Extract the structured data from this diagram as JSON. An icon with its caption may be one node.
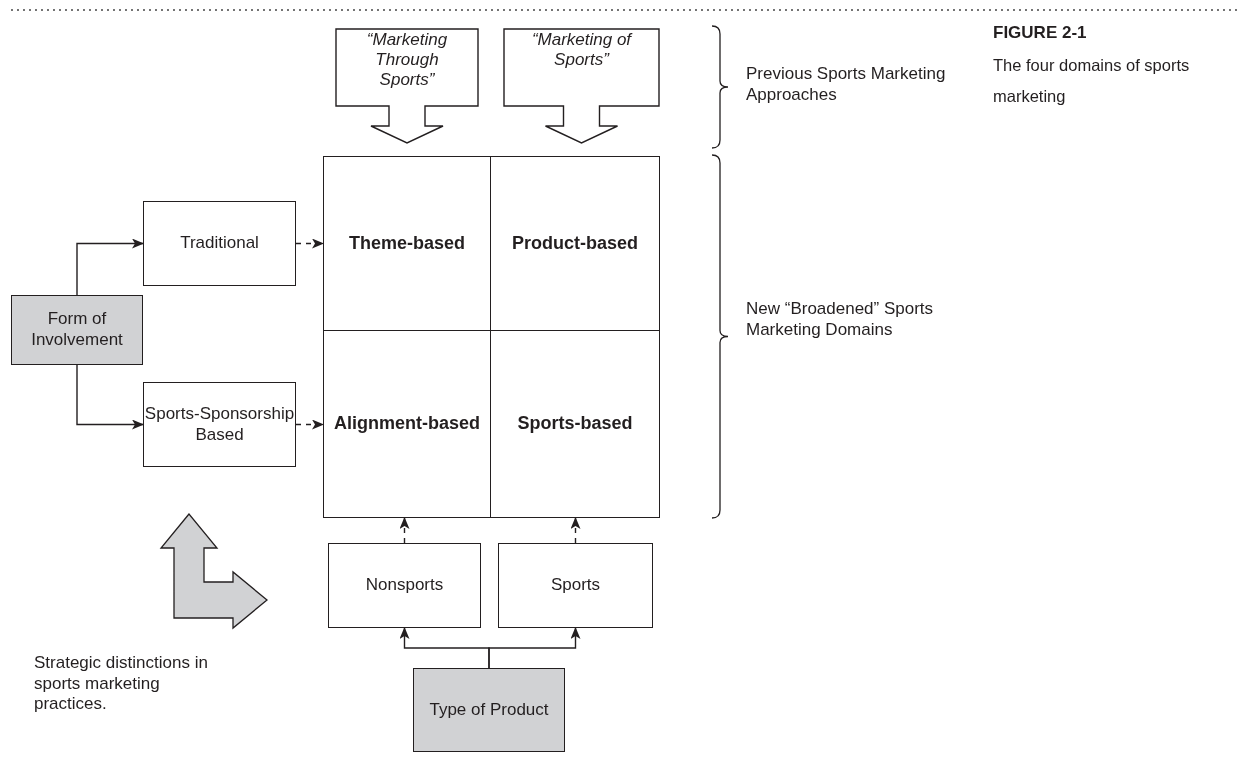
{
  "diagram": {
    "title": "FIGURE 2-1",
    "caption": "The four domains of sports marketing",
    "nodes": [
      {
        "text": [
          "“Marketing Through Sports”"
        ]
      },
      {
        "text": [
          "“Marketing of Sports”"
        ]
      },
      {
        "text": [
          "Form of Involvement"
        ]
      },
      {
        "text": [
          "Traditional"
        ]
      },
      {
        "text": [
          "Sports-Sponsorship Based"
        ]
      },
      {
        "text": [
          "Theme-based"
        ]
      },
      {
        "text": [
          "Product-based"
        ]
      },
      {
        "text": [
          "Alignment-based"
        ]
      },
      {
        "text": [
          "Sports-based"
        ]
      },
      {
        "text": [
          "Nonsports"
        ]
      },
      {
        "text": [
          "Sports"
        ]
      },
      {
        "text": [
          "Type of Product"
        ]
      }
    ],
    "edges": [
      {
        "from": 2,
        "to": 3,
        "arrow": "to"
      },
      {
        "from": 2,
        "to": 4,
        "arrow": "to"
      },
      {
        "from": 3,
        "to": 5,
        "arrow": "to",
        "style": "dashed"
      },
      {
        "from": 4,
        "to": 7,
        "arrow": "to",
        "style": "dashed"
      },
      {
        "from": 9,
        "to": 7,
        "arrow": "to",
        "style": "dashed"
      },
      {
        "from": 10,
        "to": 8,
        "arrow": "to",
        "style": "dashed"
      },
      {
        "from": 11,
        "to": 9,
        "arrow": "to"
      },
      {
        "from": 11,
        "to": 10,
        "arrow": "to"
      }
    ],
    "labels": [
      "Previous Sports Marketing Approaches",
      "New “Broadened” Sports Marketing Domains",
      "Strategic distinctions in sports marketing practices."
    ]
  }
}
